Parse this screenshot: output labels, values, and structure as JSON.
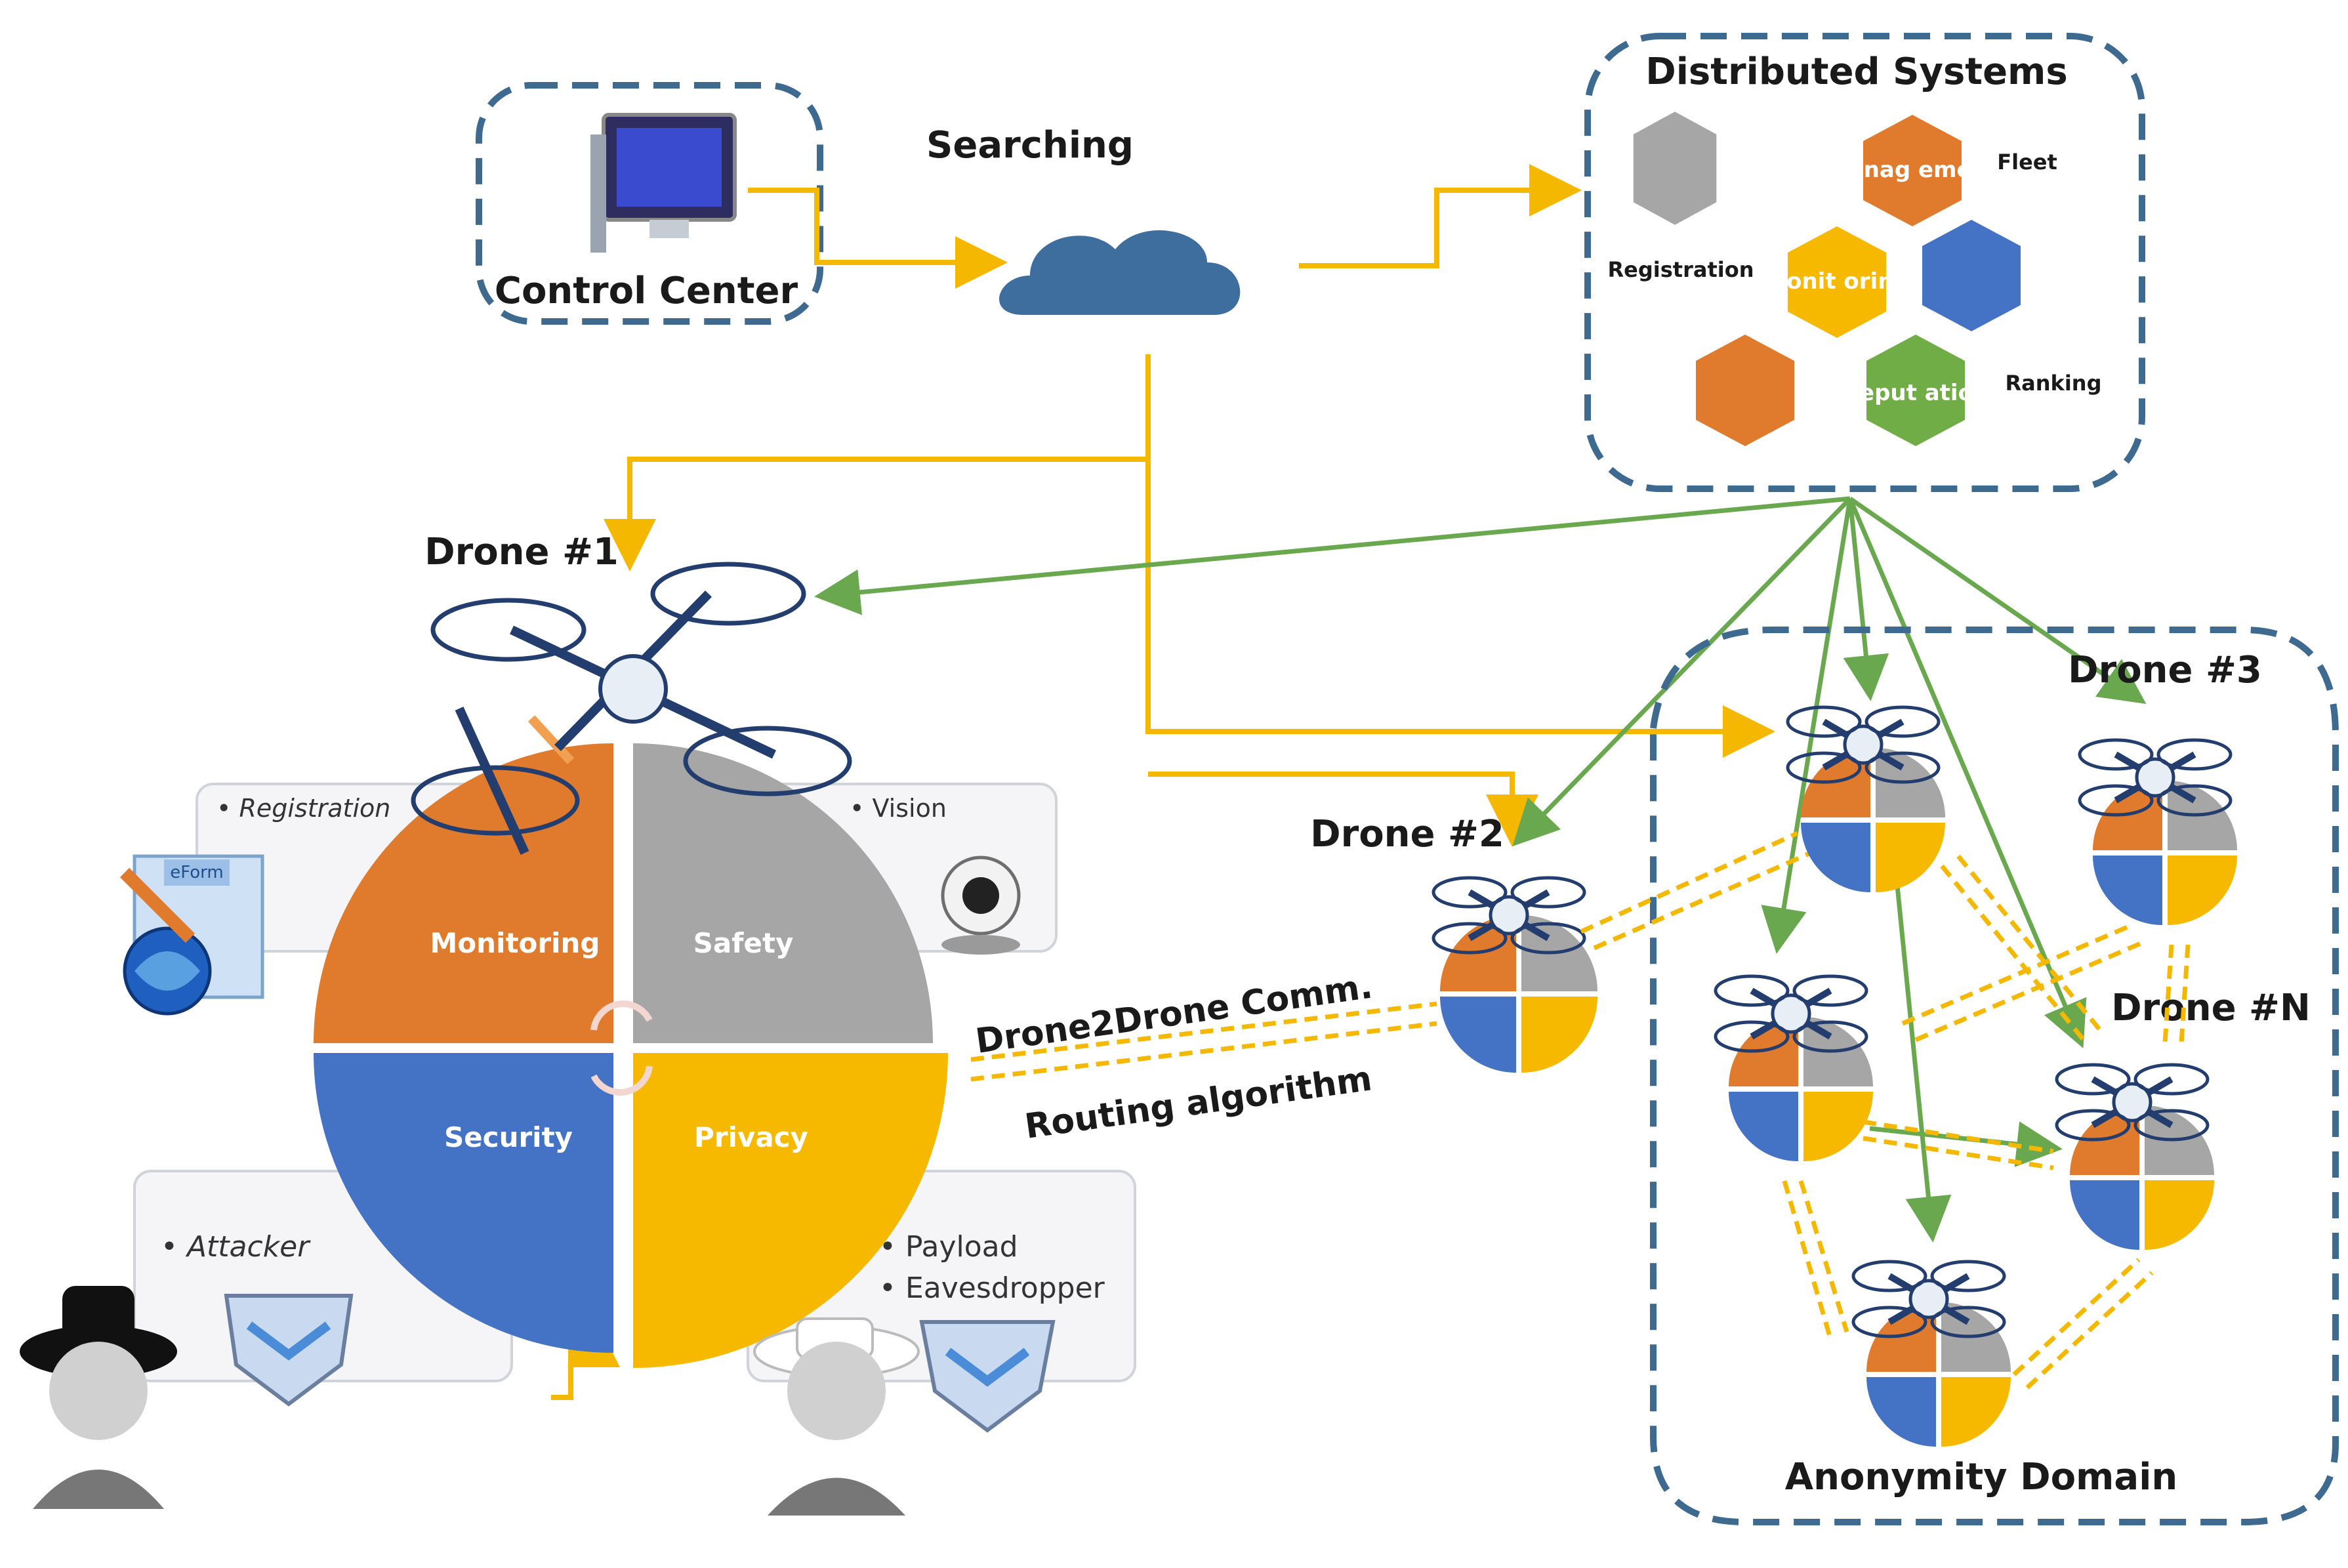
{
  "control_center": {
    "label": "Control Center"
  },
  "searching": {
    "label": "Searching"
  },
  "distributed_systems": {
    "title": "Distributed Systems",
    "hexes": {
      "management": "Manag ement",
      "monitoring": "Monit oring",
      "reputation": "Reput ation"
    },
    "side_labels": {
      "fleet": "Fleet",
      "registration": "Registration",
      "ranking": "Ranking"
    }
  },
  "drone1": {
    "label": "Drone #1",
    "cards": {
      "registration": "• Registration",
      "vision": "• Vision",
      "attacker": "• Attacker",
      "payload": "• Payload",
      "eavesdropper": "• Eavesdropper"
    },
    "quadrants": {
      "monitoring": "Monitoring",
      "safety": "Safety",
      "security": "Security",
      "privacy": "Privacy"
    },
    "form_icon_text": "eForm"
  },
  "drone2": {
    "label": "Drone #2"
  },
  "drone3": {
    "label": "Drone #3"
  },
  "droneN": {
    "label": "Drone #N"
  },
  "comm": {
    "line1": "Drone2Drone Comm.",
    "line2": "Routing algorithm"
  },
  "anonymity": {
    "label": "Anonymity Domain"
  },
  "colors": {
    "orange": "#e07b2e",
    "gray": "#a6a6a6",
    "blue": "#4472c4",
    "yellow": "#f7b900",
    "green": "#70ad47",
    "dash_border": "#3e6a8f",
    "arrow_yellow": "#f5b800",
    "arrow_green": "#6aa84f"
  }
}
